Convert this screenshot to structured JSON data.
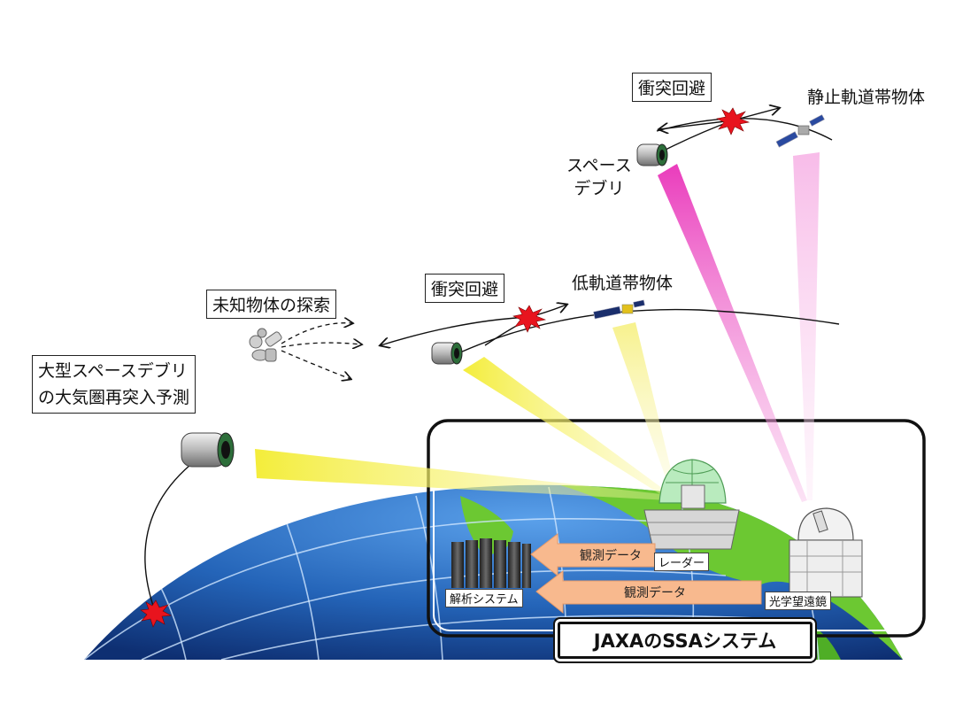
{
  "labels": {
    "geo_avoid": "衝突回避",
    "geo_object": "静止軌道帯物体",
    "space_debris": "スペース\nデブリ",
    "leo_avoid": "衝突回避",
    "leo_object": "低軌道帯物体",
    "unknown_search": "未知物体の探索",
    "reentry": "大型スペースデブリ\nの大気圏再突入予測",
    "radar": "レーダー",
    "telescope": "光学望遠鏡",
    "analysis": "解析システム",
    "obs_data_1": "観測データ",
    "obs_data_2": "観測データ",
    "system_title": "JAXAのSSAシステム"
  },
  "colors": {
    "radar_beam": "#f5ee3c",
    "optical_beam": "#ee55c8",
    "earth_ocean": "#1f5fb0",
    "earth_land": "#6cc832",
    "data_arrow": "#f8b98e",
    "collision_burst": "#e8141e"
  }
}
